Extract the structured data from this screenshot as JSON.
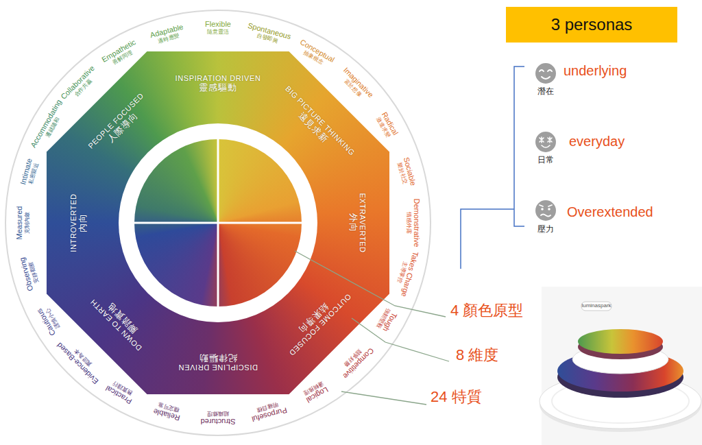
{
  "diagram": {
    "nodes": [
      {
        "text": [
          "INSPIRATION DRIVEN",
          "靈感驅動"
        ]
      },
      {
        "text": [
          "BIG PICTURE THINKING",
          "遠見求新"
        ]
      },
      {
        "text": [
          "EXTRAVERTED",
          "外向"
        ]
      },
      {
        "text": [
          "OUTCOME FOCUSED",
          "結果導向"
        ]
      },
      {
        "text": [
          "DISCIPLINE DRIVEN",
          "紀律驅動"
        ]
      },
      {
        "text": [
          "DOWN TO EARTH",
          "腳踏實地"
        ]
      },
      {
        "text": [
          "INTROVERTED",
          "內向"
        ]
      },
      {
        "text": [
          "PEOPLE FOCUSED",
          "人際導向"
        ]
      },
      {
        "text": [
          "3 personas"
        ]
      }
    ],
    "labels": [
      "Adaptable",
      "適時應變",
      "Flexible",
      "隨意靈活",
      "Spontaneous",
      "自發即興",
      "Conceptual",
      "抽象概念",
      "Imaginative",
      "富於想像",
      "Radical",
      "激進求變",
      "Sociable",
      "樂於社交",
      "Demonstrative",
      "情感外露",
      "Takes Charge",
      "主導掌控",
      "Tough",
      "強韌堅毅",
      "Competitive",
      "競爭好勝",
      "Logical",
      "邏輯推理",
      "Purposeful",
      "明確目標",
      "Structured",
      "組織條理",
      "Reliable",
      "穩定可靠",
      "Practical",
      "務實踐行",
      "Evidence-Based",
      "實證為本",
      "Cautious",
      "謹慎小心",
      "Observing",
      "安靜觀察",
      "Measured",
      "克制內斂",
      "Intimate",
      "私密親近",
      "Accommodating",
      "遷就隨和",
      "Collaborative",
      "合作共贏",
      "Empathetic",
      "善解同理",
      "underlying",
      "潛在",
      "everyday",
      "日常",
      "Overextended",
      "壓力",
      "4 顏色原型",
      "8 維度",
      "24 特質",
      "luminaspark"
    ]
  }
}
